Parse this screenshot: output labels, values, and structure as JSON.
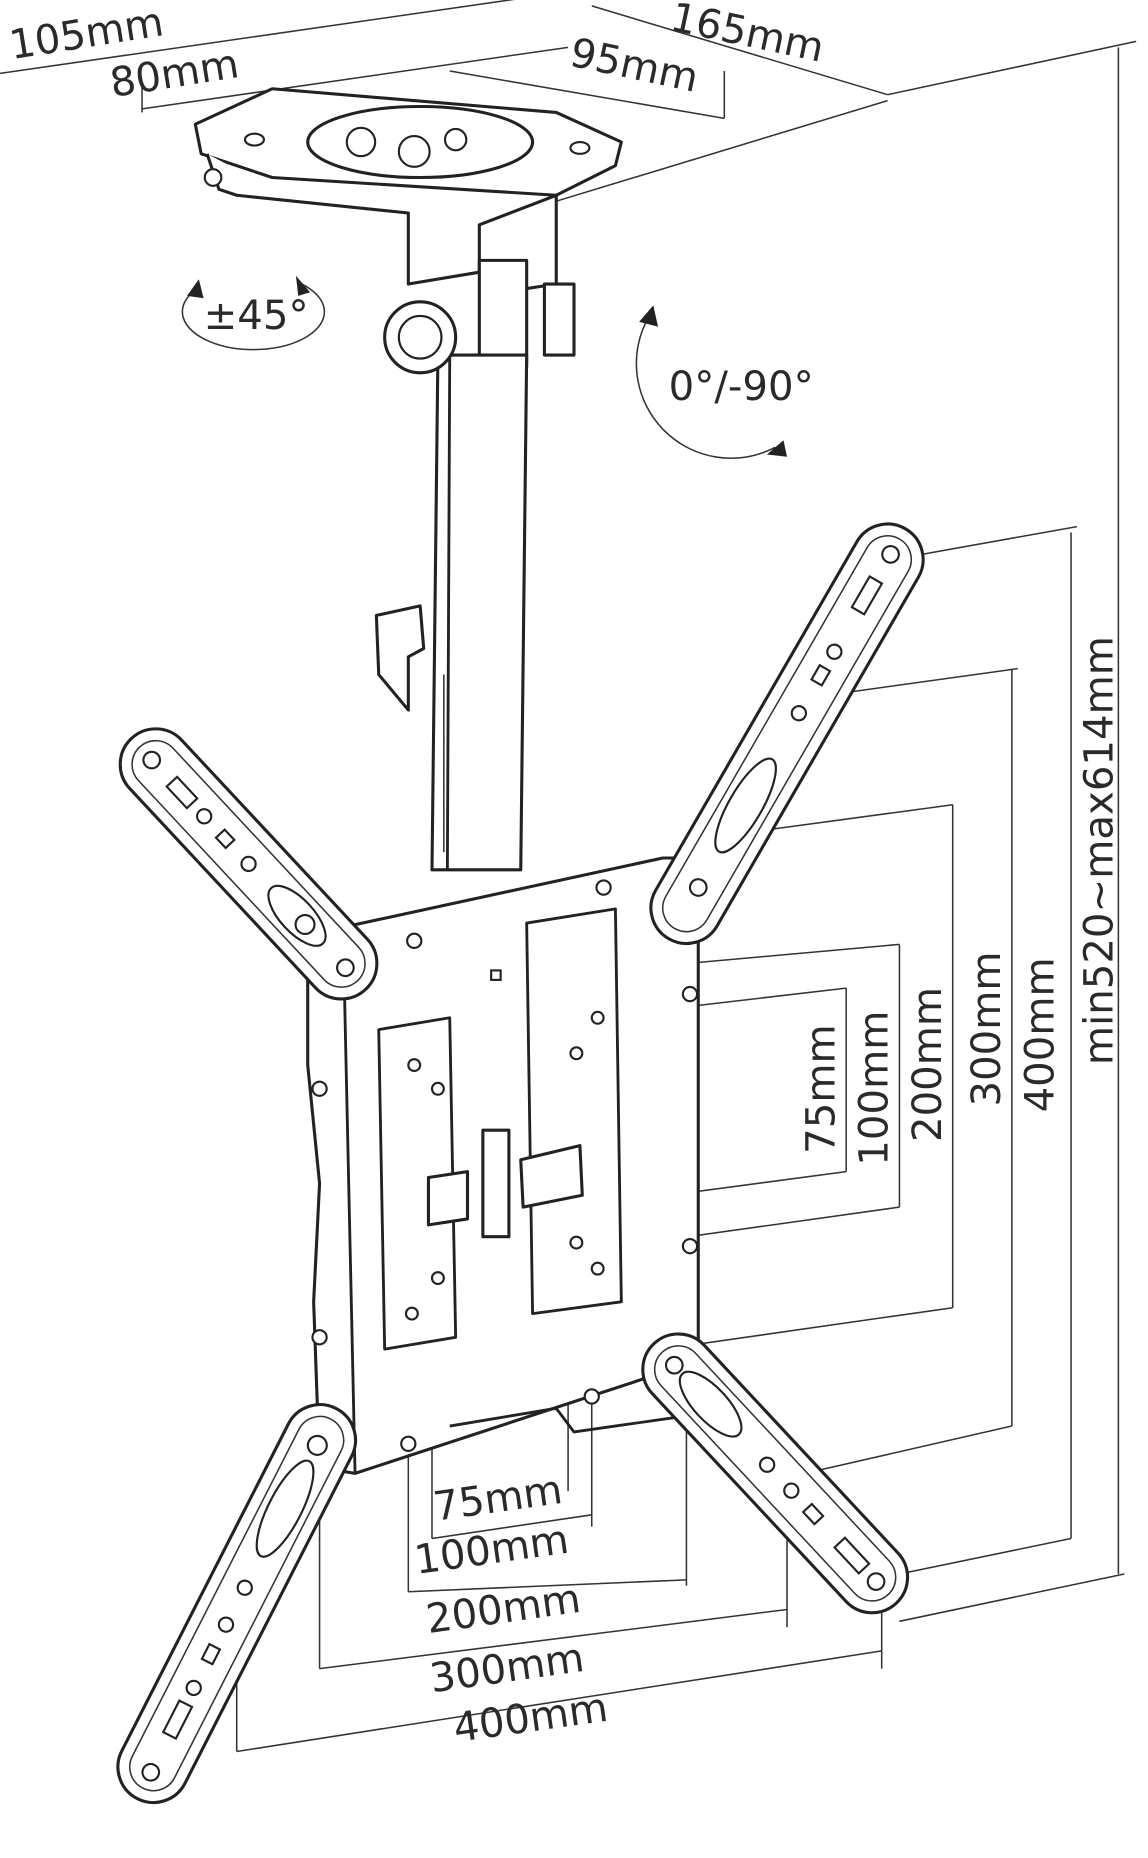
{
  "title": "Ceiling TV mount dimensions",
  "ceiling_plate": {
    "width_outer": "105mm",
    "width_inner": "80mm",
    "length_outer": "165mm",
    "length_inner": "95mm"
  },
  "rotation": {
    "swivel": "±45°",
    "tilt": "0°/-90°"
  },
  "height": "min520~max614mm",
  "vesa_vertical": [
    "400mm",
    "300mm",
    "200mm",
    "100mm",
    "75mm"
  ],
  "vesa_horizontal": [
    "75mm",
    "100mm",
    "200mm",
    "300mm",
    "400mm"
  ]
}
